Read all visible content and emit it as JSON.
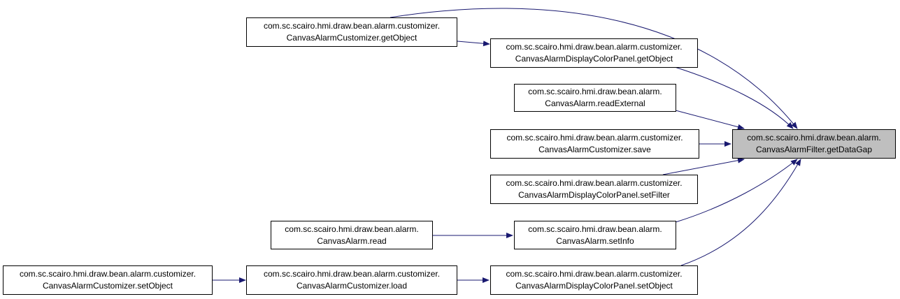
{
  "colors": {
    "edge": "#191970",
    "target_fill": "#bfbfbf",
    "node_fill": "#ffffff",
    "border": "#000000"
  },
  "nodes": {
    "target": {
      "line1": "com.sc.scairo.hmi.draw.bean.alarm.",
      "line2": "CanvasAlarmFilter.getDataGap"
    },
    "cac_getobject": {
      "line1": "com.sc.scairo.hmi.draw.bean.alarm.customizer.",
      "line2": "CanvasAlarmCustomizer.getObject"
    },
    "cadcp_getobject": {
      "line1": "com.sc.scairo.hmi.draw.bean.alarm.customizer.",
      "line2": "CanvasAlarmDisplayColorPanel.getObject"
    },
    "ca_readexternal": {
      "line1": "com.sc.scairo.hmi.draw.bean.alarm.",
      "line2": "CanvasAlarm.readExternal"
    },
    "cac_save": {
      "line1": "com.sc.scairo.hmi.draw.bean.alarm.customizer.",
      "line2": "CanvasAlarmCustomizer.save"
    },
    "cadcp_setfilter": {
      "line1": "com.sc.scairo.hmi.draw.bean.alarm.customizer.",
      "line2": "CanvasAlarmDisplayColorPanel.setFilter"
    },
    "ca_read": {
      "line1": "com.sc.scairo.hmi.draw.bean.alarm.",
      "line2": "CanvasAlarm.read"
    },
    "ca_setinfo": {
      "line1": "com.sc.scairo.hmi.draw.bean.alarm.",
      "line2": "CanvasAlarm.setInfo"
    },
    "cac_setobject": {
      "line1": "com.sc.scairo.hmi.draw.bean.alarm.customizer.",
      "line2": "CanvasAlarmCustomizer.setObject"
    },
    "cac_load": {
      "line1": "com.sc.scairo.hmi.draw.bean.alarm.customizer.",
      "line2": "CanvasAlarmCustomizer.load"
    },
    "cadcp_setobject": {
      "line1": "com.sc.scairo.hmi.draw.bean.alarm.customizer.",
      "line2": "CanvasAlarmDisplayColorPanel.setObject"
    }
  }
}
